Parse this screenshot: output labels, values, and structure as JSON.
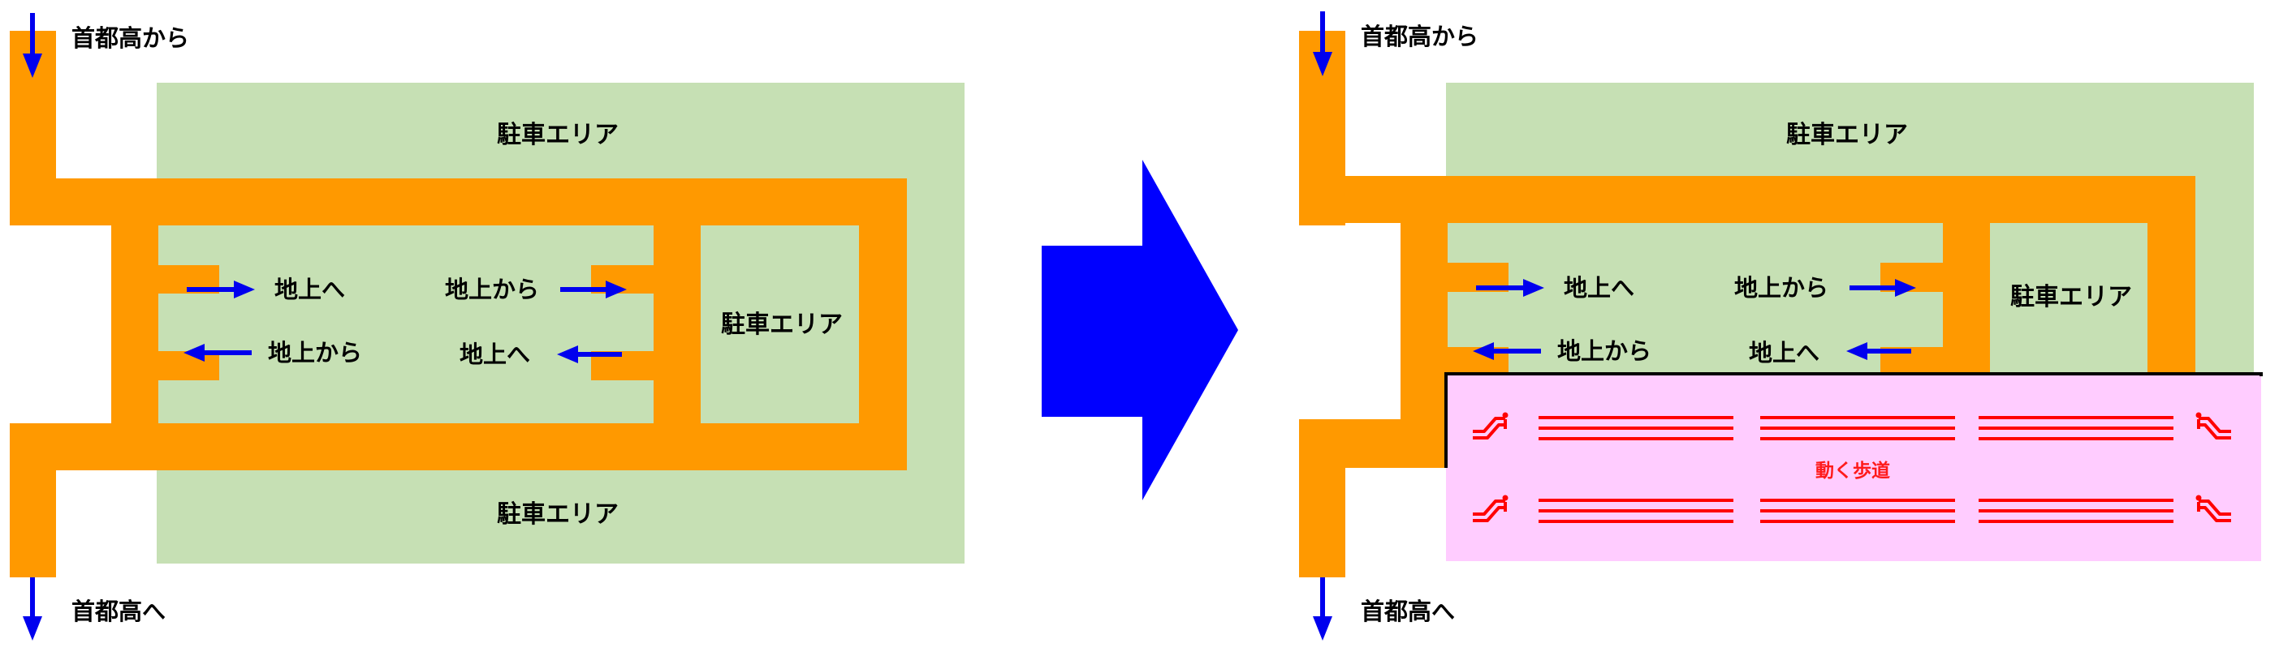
{
  "colors": {
    "road": "#ff9900",
    "parking": "#c6e0b4",
    "walkway": "#ffccff",
    "arrow": "#0000ee",
    "walkway_line": "#ff0000",
    "border": "#000000"
  },
  "left": {
    "from_expressway": "首都高から",
    "to_expressway": "首都高へ",
    "parking_top": "駐車エリア",
    "parking_right": "駐車エリア",
    "parking_bottom": "駐車エリア",
    "to_ground_left": "地上へ",
    "from_ground_left": "地上から",
    "from_ground_right": "地上から",
    "to_ground_right": "地上へ"
  },
  "right": {
    "from_expressway": "首都高から",
    "to_expressway": "首都高へ",
    "parking_top": "駐車エリア",
    "parking_right": "駐車エリア",
    "to_ground_left": "地上へ",
    "from_ground_left": "地上から",
    "from_ground_right": "地上から",
    "to_ground_right": "地上へ",
    "moving_walkway": "動く歩道"
  },
  "icons": {
    "transition_arrow": "big-right-arrow",
    "escalator": "escalator-icon"
  }
}
